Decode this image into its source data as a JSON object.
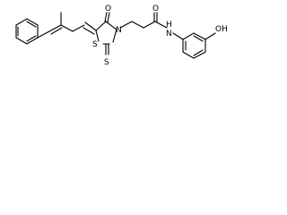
{
  "structure": {
    "atoms": {
      "S_thioxo": "S",
      "S_ring": "S",
      "N_ring": "N",
      "O_keto": "O",
      "O_amide": "O",
      "N_amide": "N",
      "H_amide": "H",
      "OH": "OH"
    }
  }
}
